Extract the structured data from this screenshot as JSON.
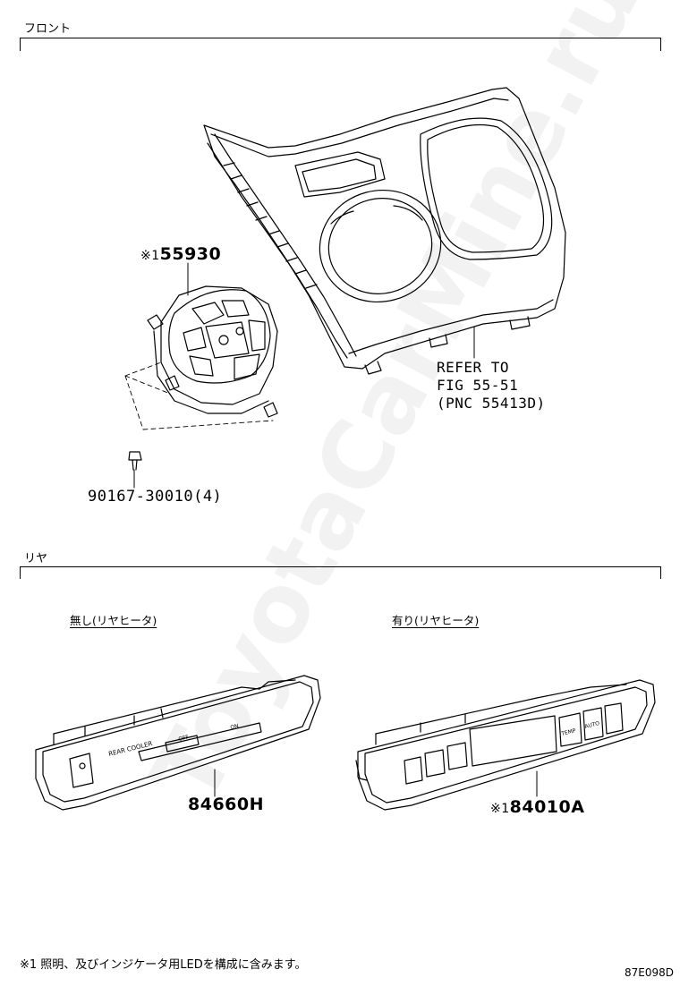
{
  "sections": {
    "front": {
      "label": "フロント"
    },
    "rear": {
      "label": "リヤ"
    }
  },
  "front": {
    "part_main": {
      "mark": "※1",
      "number": "55930"
    },
    "part_bolt": {
      "number": "90167-30010(4)"
    },
    "refer": {
      "line1": "REFER TO",
      "line2": "FIG 55-51",
      "line3": "(PNC 55413D)"
    }
  },
  "rear": {
    "without_heater": {
      "label": "無し(リヤヒータ)",
      "part_number": "84660H",
      "panel_text": "REAR COOLER",
      "off_text": "OFF",
      "on_text": "ON"
    },
    "with_heater": {
      "label": "有り(リヤヒータ)",
      "mark": "※1",
      "part_number": "84010A",
      "temp_text": "TEMP",
      "auto_text": "AUTO"
    }
  },
  "footnote": "※1 照明、及びインジケータ用LEDを構成に含みます。",
  "figure_code": "87E098D",
  "watermark": "ToyotaCarMine.ru"
}
